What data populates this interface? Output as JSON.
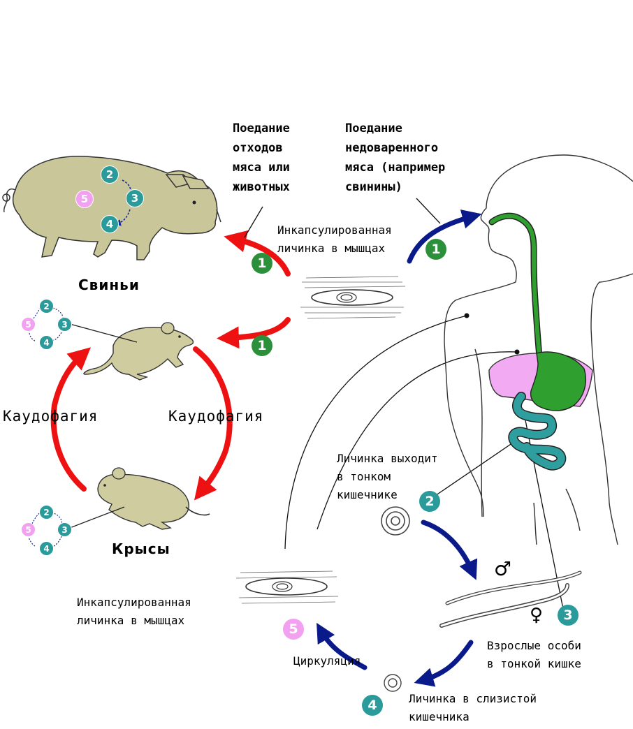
{
  "labels": {
    "eating_waste": "Поедание\nотходов\nмяса или\nживотных",
    "eating_undercooked": "Поедание\nнедоваренного\nмяса (например\nсвинины)",
    "encapsulated_top": "Инкапсулированная\nличинка в мышцах",
    "pigs": "Свиньи",
    "rats": "Крысы",
    "caudophagy_left": "Каудофагия",
    "caudophagy_right": "Каудофагия",
    "larva_exits": "Личинка выходит\nв тонком\nкишечнике",
    "adults": "Взрослые особи\nв тонкой кишке",
    "larva_mucosa": "Личинка в слизистой\nкишечника",
    "circulation": "Циркуляция",
    "encapsulated_bottom": "Инкапсулированная\nличинка в мышцах",
    "male_symbol": "♂",
    "female_symbol": "♀"
  },
  "steps": {
    "s1": "1",
    "s2": "2",
    "s3": "3",
    "s4": "4",
    "s5": "5"
  },
  "colors": {
    "pig_fill": "#c9c79a",
    "rat_fill": "#cfcca0",
    "teal": "#2a9a9a",
    "green": "#2c8f3a",
    "pink": "#f2a0f0",
    "red": "#ee1111",
    "navy": "#0a1a8a",
    "stomach_green": "#2fa02f",
    "liver_pink": "#f2aaf2",
    "intestine_teal": "#2f9e9e"
  }
}
